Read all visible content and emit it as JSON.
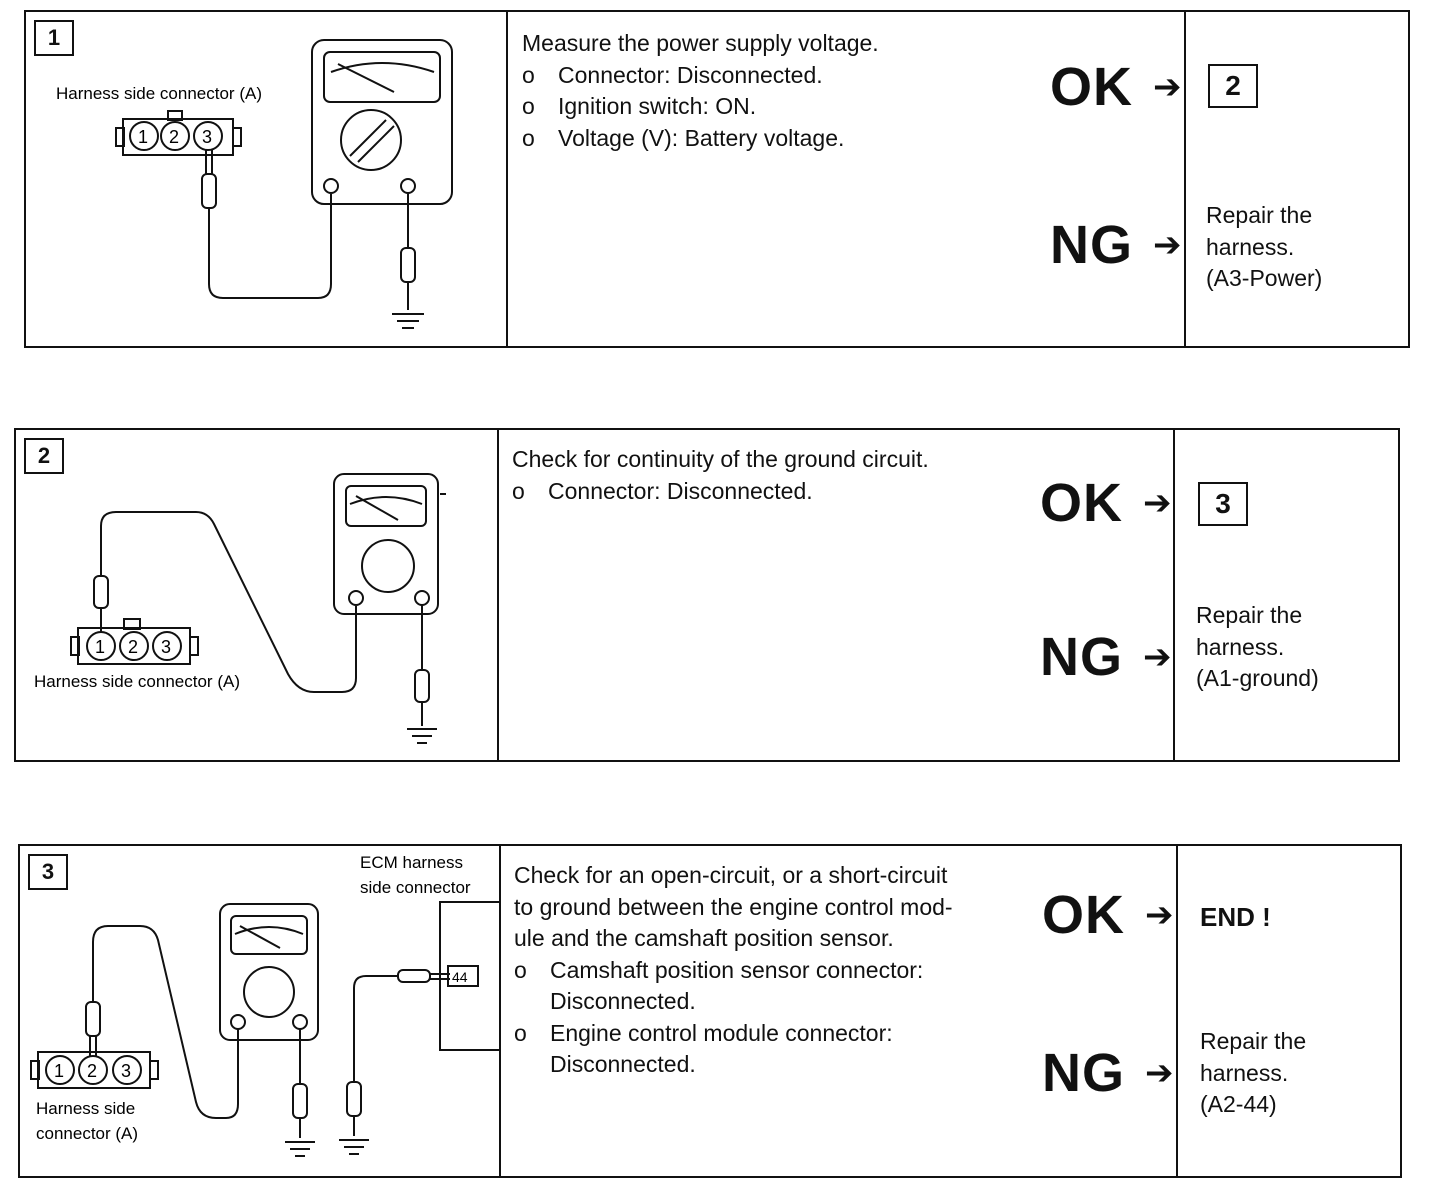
{
  "steps": [
    {
      "number": "1",
      "connector_label": "Harness side connector (A)",
      "pins": [
        "1",
        "2",
        "3"
      ],
      "instruction_title": "Measure the power supply voltage.",
      "bullets": [
        "Connector: Disconnected.",
        "Ignition switch: ON.",
        "Voltage (V): Battery voltage."
      ],
      "ok_label": "OK",
      "ng_label": "NG",
      "ok_result": "2",
      "ng_result": [
        "Repair the",
        "harness.",
        "(A3-Power)"
      ]
    },
    {
      "number": "2",
      "connector_label": "Harness side connector (A)",
      "pins": [
        "1",
        "2",
        "3"
      ],
      "instruction_title": "Check for continuity of the ground circuit.",
      "bullets": [
        "Connector: Disconnected."
      ],
      "ok_label": "OK",
      "ng_label": "NG",
      "ok_result": "3",
      "ng_result": [
        "Repair the",
        "harness.",
        "(A1-ground)"
      ]
    },
    {
      "number": "3",
      "connector_label_lines": [
        "Harness side",
        "connector (A)"
      ],
      "ecm_label_lines": [
        "ECM harness",
        "side connector"
      ],
      "ecm_pin": "44",
      "pins": [
        "1",
        "2",
        "3"
      ],
      "instruction_lines": [
        "Check for an open-circuit, or a short-circuit",
        "to ground between the engine control mod-",
        "ule and the camshaft position sensor."
      ],
      "bullets": [
        [
          "Camshaft position sensor connector:",
          "Disconnected."
        ],
        [
          "Engine control module connector:",
          "Disconnected."
        ]
      ],
      "ok_label": "OK",
      "ng_label": "NG",
      "ok_result": "END !",
      "ng_result": [
        "Repair the",
        "harness.",
        "(A2-44)"
      ]
    }
  ],
  "arrow_glyph": "➔"
}
